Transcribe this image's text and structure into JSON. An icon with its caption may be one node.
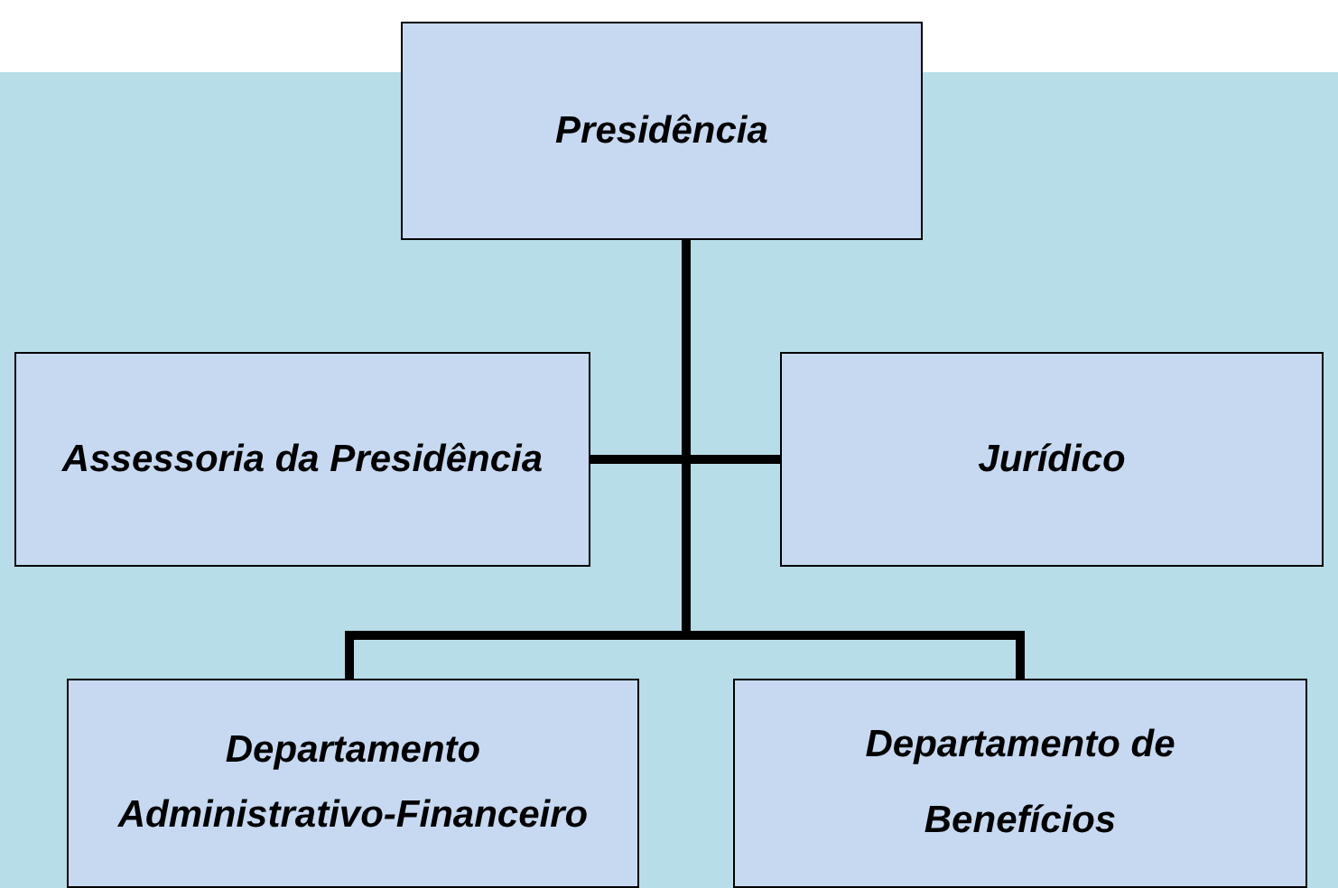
{
  "diagram": {
    "nodes": [
      {
        "text": [
          "Presidência"
        ]
      },
      {
        "text": [
          "Assessoria da Presidência"
        ]
      },
      {
        "text": [
          "Jurídico"
        ]
      },
      {
        "text": [
          "Departamento Administrativo-Financeiro"
        ]
      },
      {
        "text": [
          "Departamento de Benefícios"
        ]
      }
    ],
    "edges": [
      {
        "from": 0,
        "to": 1,
        "arrow": "none"
      },
      {
        "from": 0,
        "to": 2,
        "arrow": "none"
      },
      {
        "from": 0,
        "to": 3,
        "arrow": "none"
      },
      {
        "from": 0,
        "to": 4,
        "arrow": "none"
      }
    ]
  }
}
